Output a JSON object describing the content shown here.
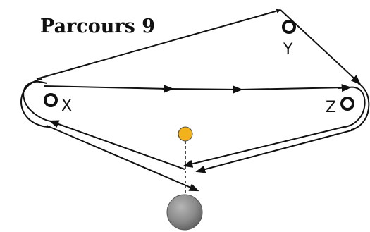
{
  "diagram": {
    "title": "Parcours 9",
    "points": [
      {
        "id": "X",
        "label": "X"
      },
      {
        "id": "Y",
        "label": "Y"
      },
      {
        "id": "Z",
        "label": "Z"
      }
    ],
    "colors": {
      "line": "#111111",
      "yellow_ball": "#f2b21b",
      "grey_ball": "#8a8a8a"
    }
  }
}
